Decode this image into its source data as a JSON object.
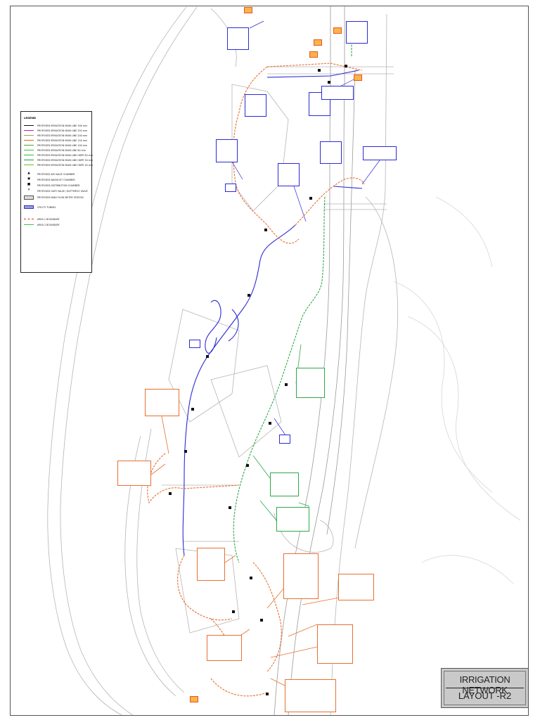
{
  "title_block": {
    "line1": "IRRIGATION NETWORK",
    "line2": "LAYOUT -R2"
  },
  "legend": {
    "title": "LEGEND",
    "items": [
      {
        "symbol": "line",
        "color": "#111111",
        "label": "PROPOSED IRRIGATION MAIN LINE 300 mm"
      },
      {
        "symbol": "line",
        "color": "#c020c0",
        "label": "PROPOSED IRRIGATION MAIN LINE 250 mm"
      },
      {
        "symbol": "line",
        "color": "#a0a040",
        "label": "PROPOSED IRRIGATION MAIN LINE 200 mm"
      },
      {
        "symbol": "line",
        "color": "#d07020",
        "label": "PROPOSED IRRIGATION MAIN LINE 150 mm"
      },
      {
        "symbol": "line",
        "color": "#50a030",
        "label": "PROPOSED IRRIGATION MAIN LINE 100 mm"
      },
      {
        "symbol": "line",
        "color": "#40c040",
        "label": "PROPOSED IRRIGATION MAIN LINE 80 mm"
      },
      {
        "symbol": "line",
        "color": "#30b830",
        "label": "PROPOSED IRRIGATION MAIN LINE HDPE 63 mm"
      },
      {
        "symbol": "line",
        "color": "#20a040",
        "label": "PROPOSED IRRIGATION MAIN LINE HDPE 50 mm"
      },
      {
        "symbol": "line",
        "color": "#70c020",
        "label": "PROPOSED IRRIGATION MAIN LINE HDPE 40 mm"
      },
      {
        "symbol": "glyph",
        "glyph": "▲",
        "label": "PROPOSED AIR VALVE CHAMBER"
      },
      {
        "symbol": "glyph",
        "glyph": "▣",
        "label": "PROPOSED WASHOUT CHAMBER"
      },
      {
        "symbol": "glyph",
        "glyph": "■",
        "label": "PROPOSED DISTRIBUTION CHAMBER"
      },
      {
        "symbol": "glyph",
        "glyph": "✕",
        "label": "PROPOSED GATE VALVE / BUTTERFLY VALVE"
      },
      {
        "symbol": "box",
        "label": "PROPOSED MAIN FLOW METER STATION"
      },
      {
        "symbol": "band",
        "label": "UTILITY TUNNEL"
      },
      {
        "symbol": "dashed",
        "color": "#e03020",
        "label": "AREA 1 BOUNDARY"
      },
      {
        "symbol": "line",
        "color": "#40c040",
        "label": "AREA 2 BOUNDARY"
      }
    ]
  },
  "colors": {
    "blue_network": "#2b2bd6",
    "green_network": "#2ea84a",
    "orange_network": "#e87030",
    "base_map": "#b5b5b5",
    "title_fill": "#c9c9c9"
  },
  "annotation_marks": {
    "count": 6,
    "color": "#ffb24a"
  }
}
